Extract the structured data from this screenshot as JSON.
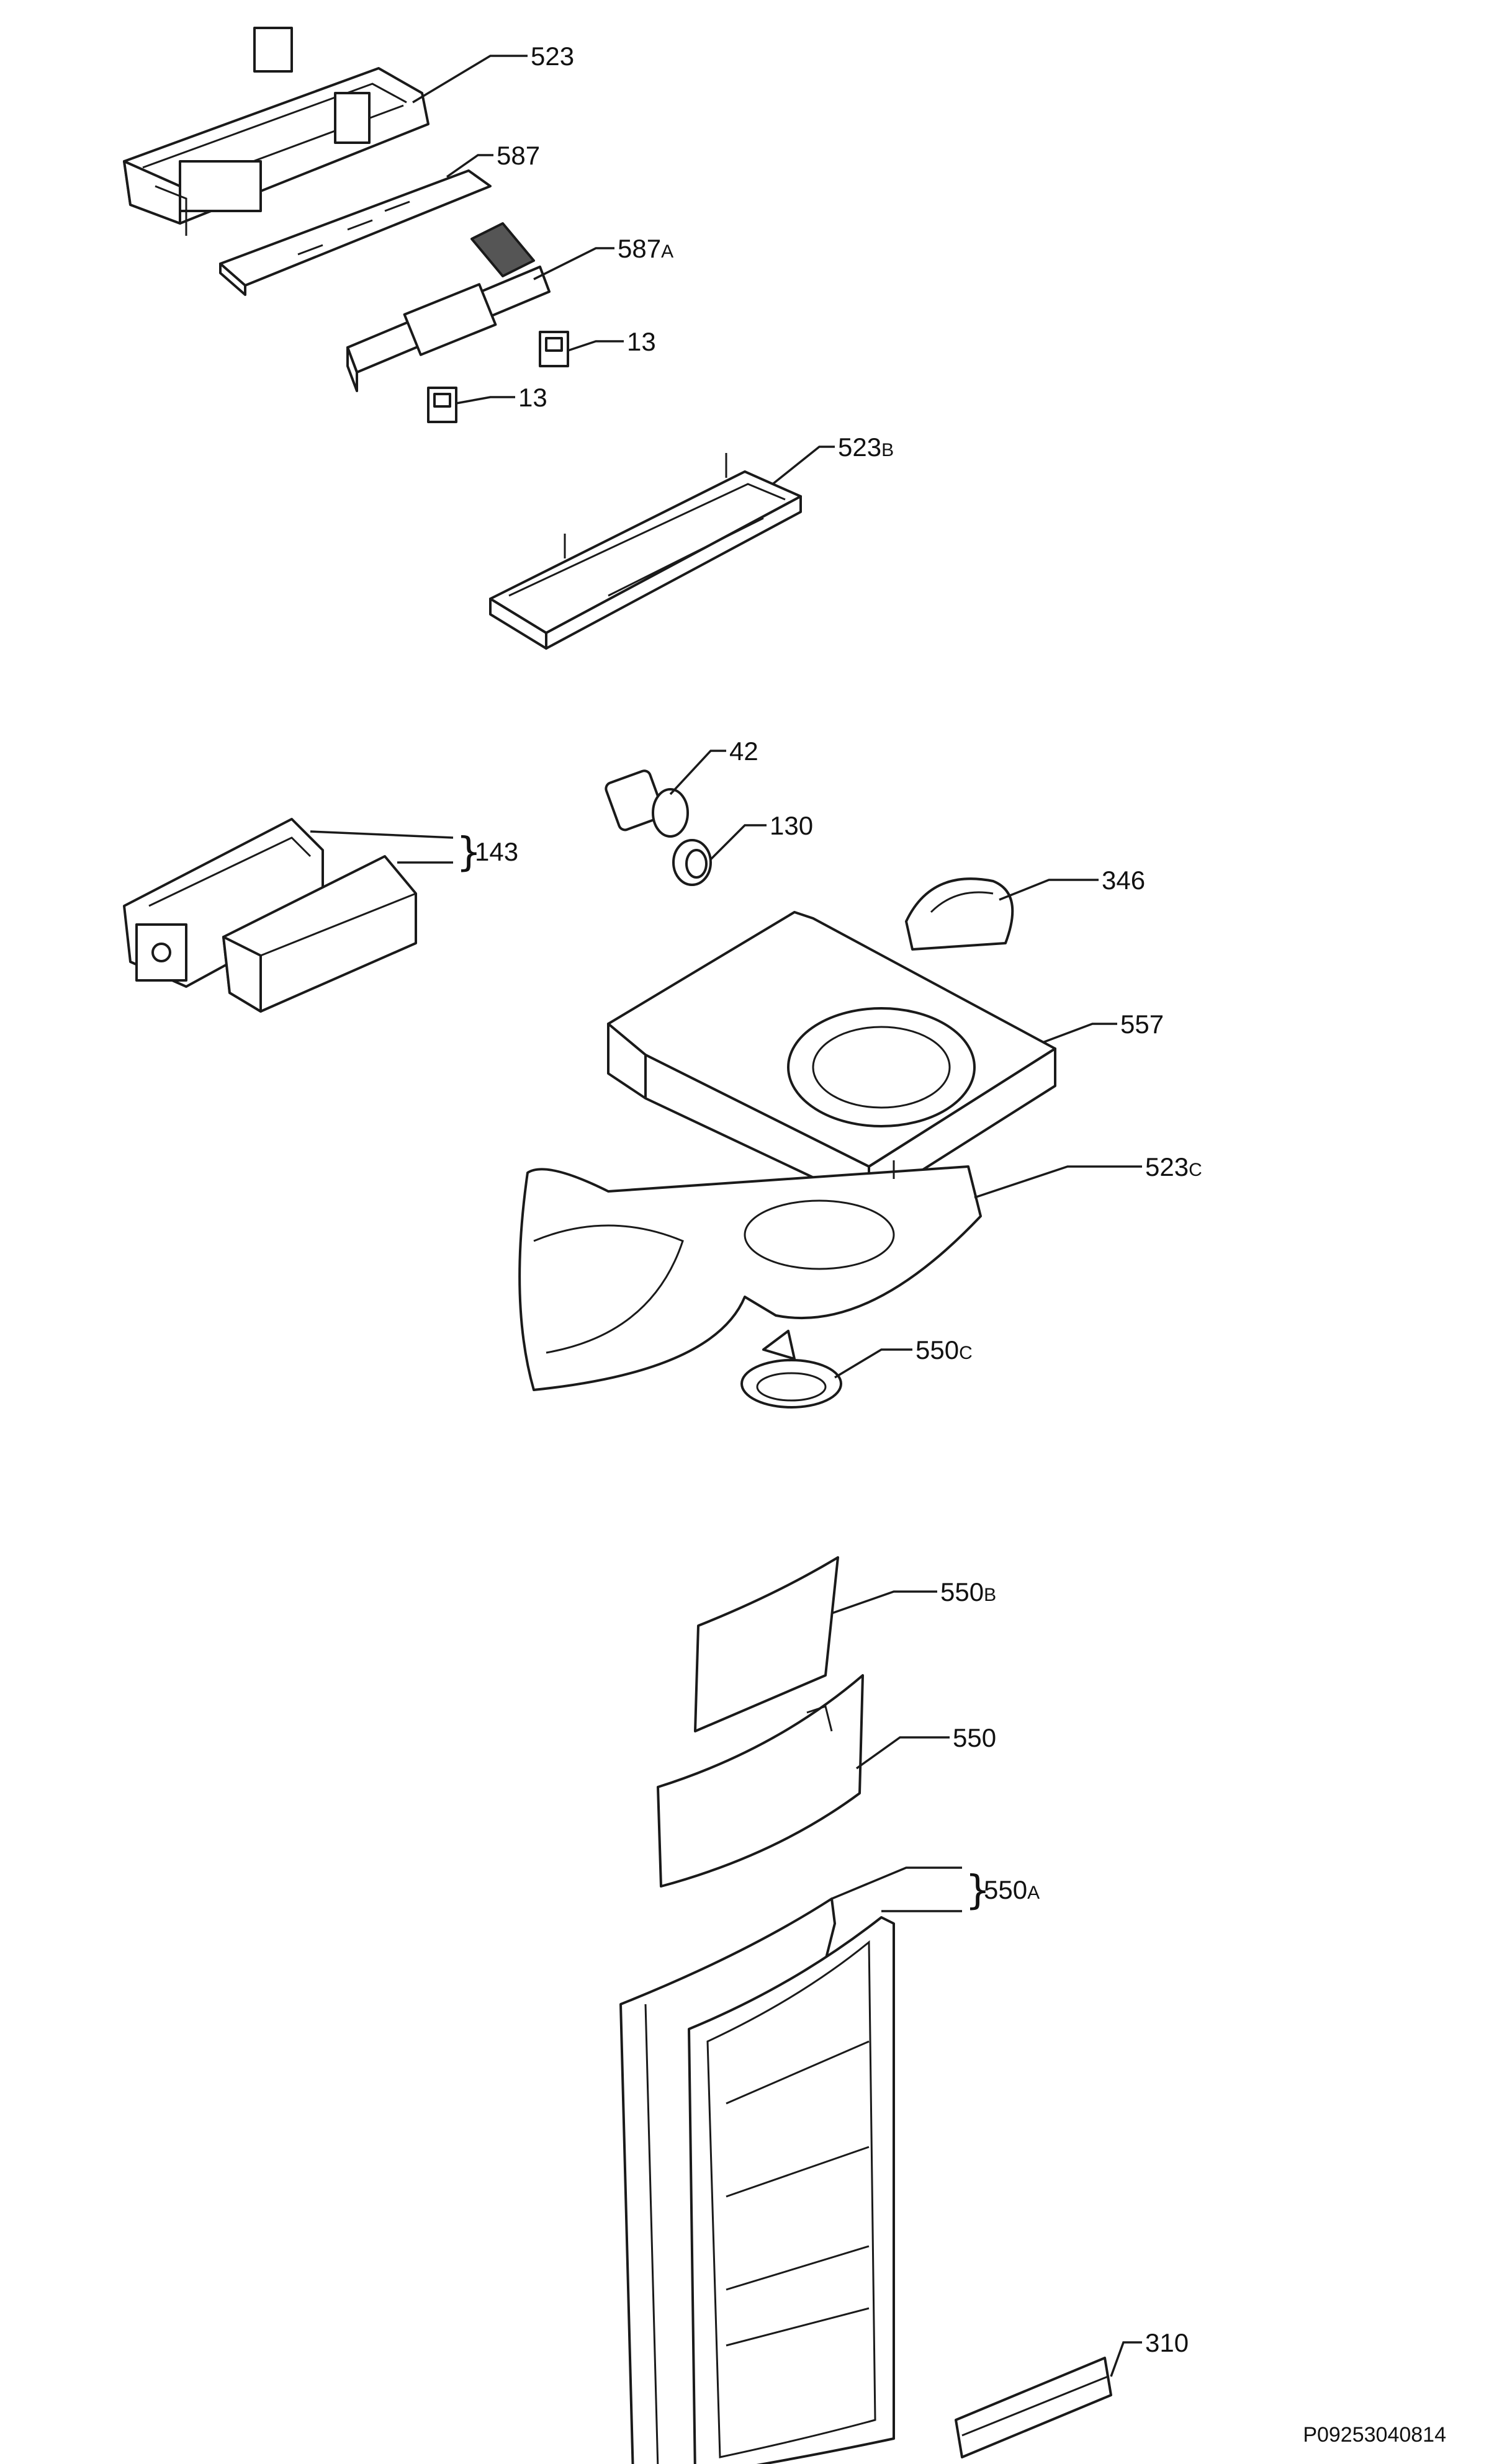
{
  "labels": [
    {
      "id": "523",
      "main": "523",
      "suffix": ""
    },
    {
      "id": "587",
      "main": "587",
      "suffix": ""
    },
    {
      "id": "587A",
      "main": "587",
      "suffix": "A"
    },
    {
      "id": "13a",
      "main": "13",
      "suffix": ""
    },
    {
      "id": "13b",
      "main": "13",
      "suffix": ""
    },
    {
      "id": "523B",
      "main": "523",
      "suffix": "B"
    },
    {
      "id": "42",
      "main": "42",
      "suffix": ""
    },
    {
      "id": "130",
      "main": "130",
      "suffix": ""
    },
    {
      "id": "143",
      "main": "143",
      "suffix": ""
    },
    {
      "id": "346",
      "main": "346",
      "suffix": ""
    },
    {
      "id": "557",
      "main": "557",
      "suffix": ""
    },
    {
      "id": "523C",
      "main": "523",
      "suffix": "C"
    },
    {
      "id": "550C",
      "main": "550",
      "suffix": "C"
    },
    {
      "id": "550B",
      "main": "550",
      "suffix": "B"
    },
    {
      "id": "550",
      "main": "550",
      "suffix": ""
    },
    {
      "id": "550A",
      "main": "550",
      "suffix": "A"
    },
    {
      "id": "310",
      "main": "310",
      "suffix": ""
    }
  ],
  "brace_symbol": "}",
  "drawing_code": "P09253040814"
}
